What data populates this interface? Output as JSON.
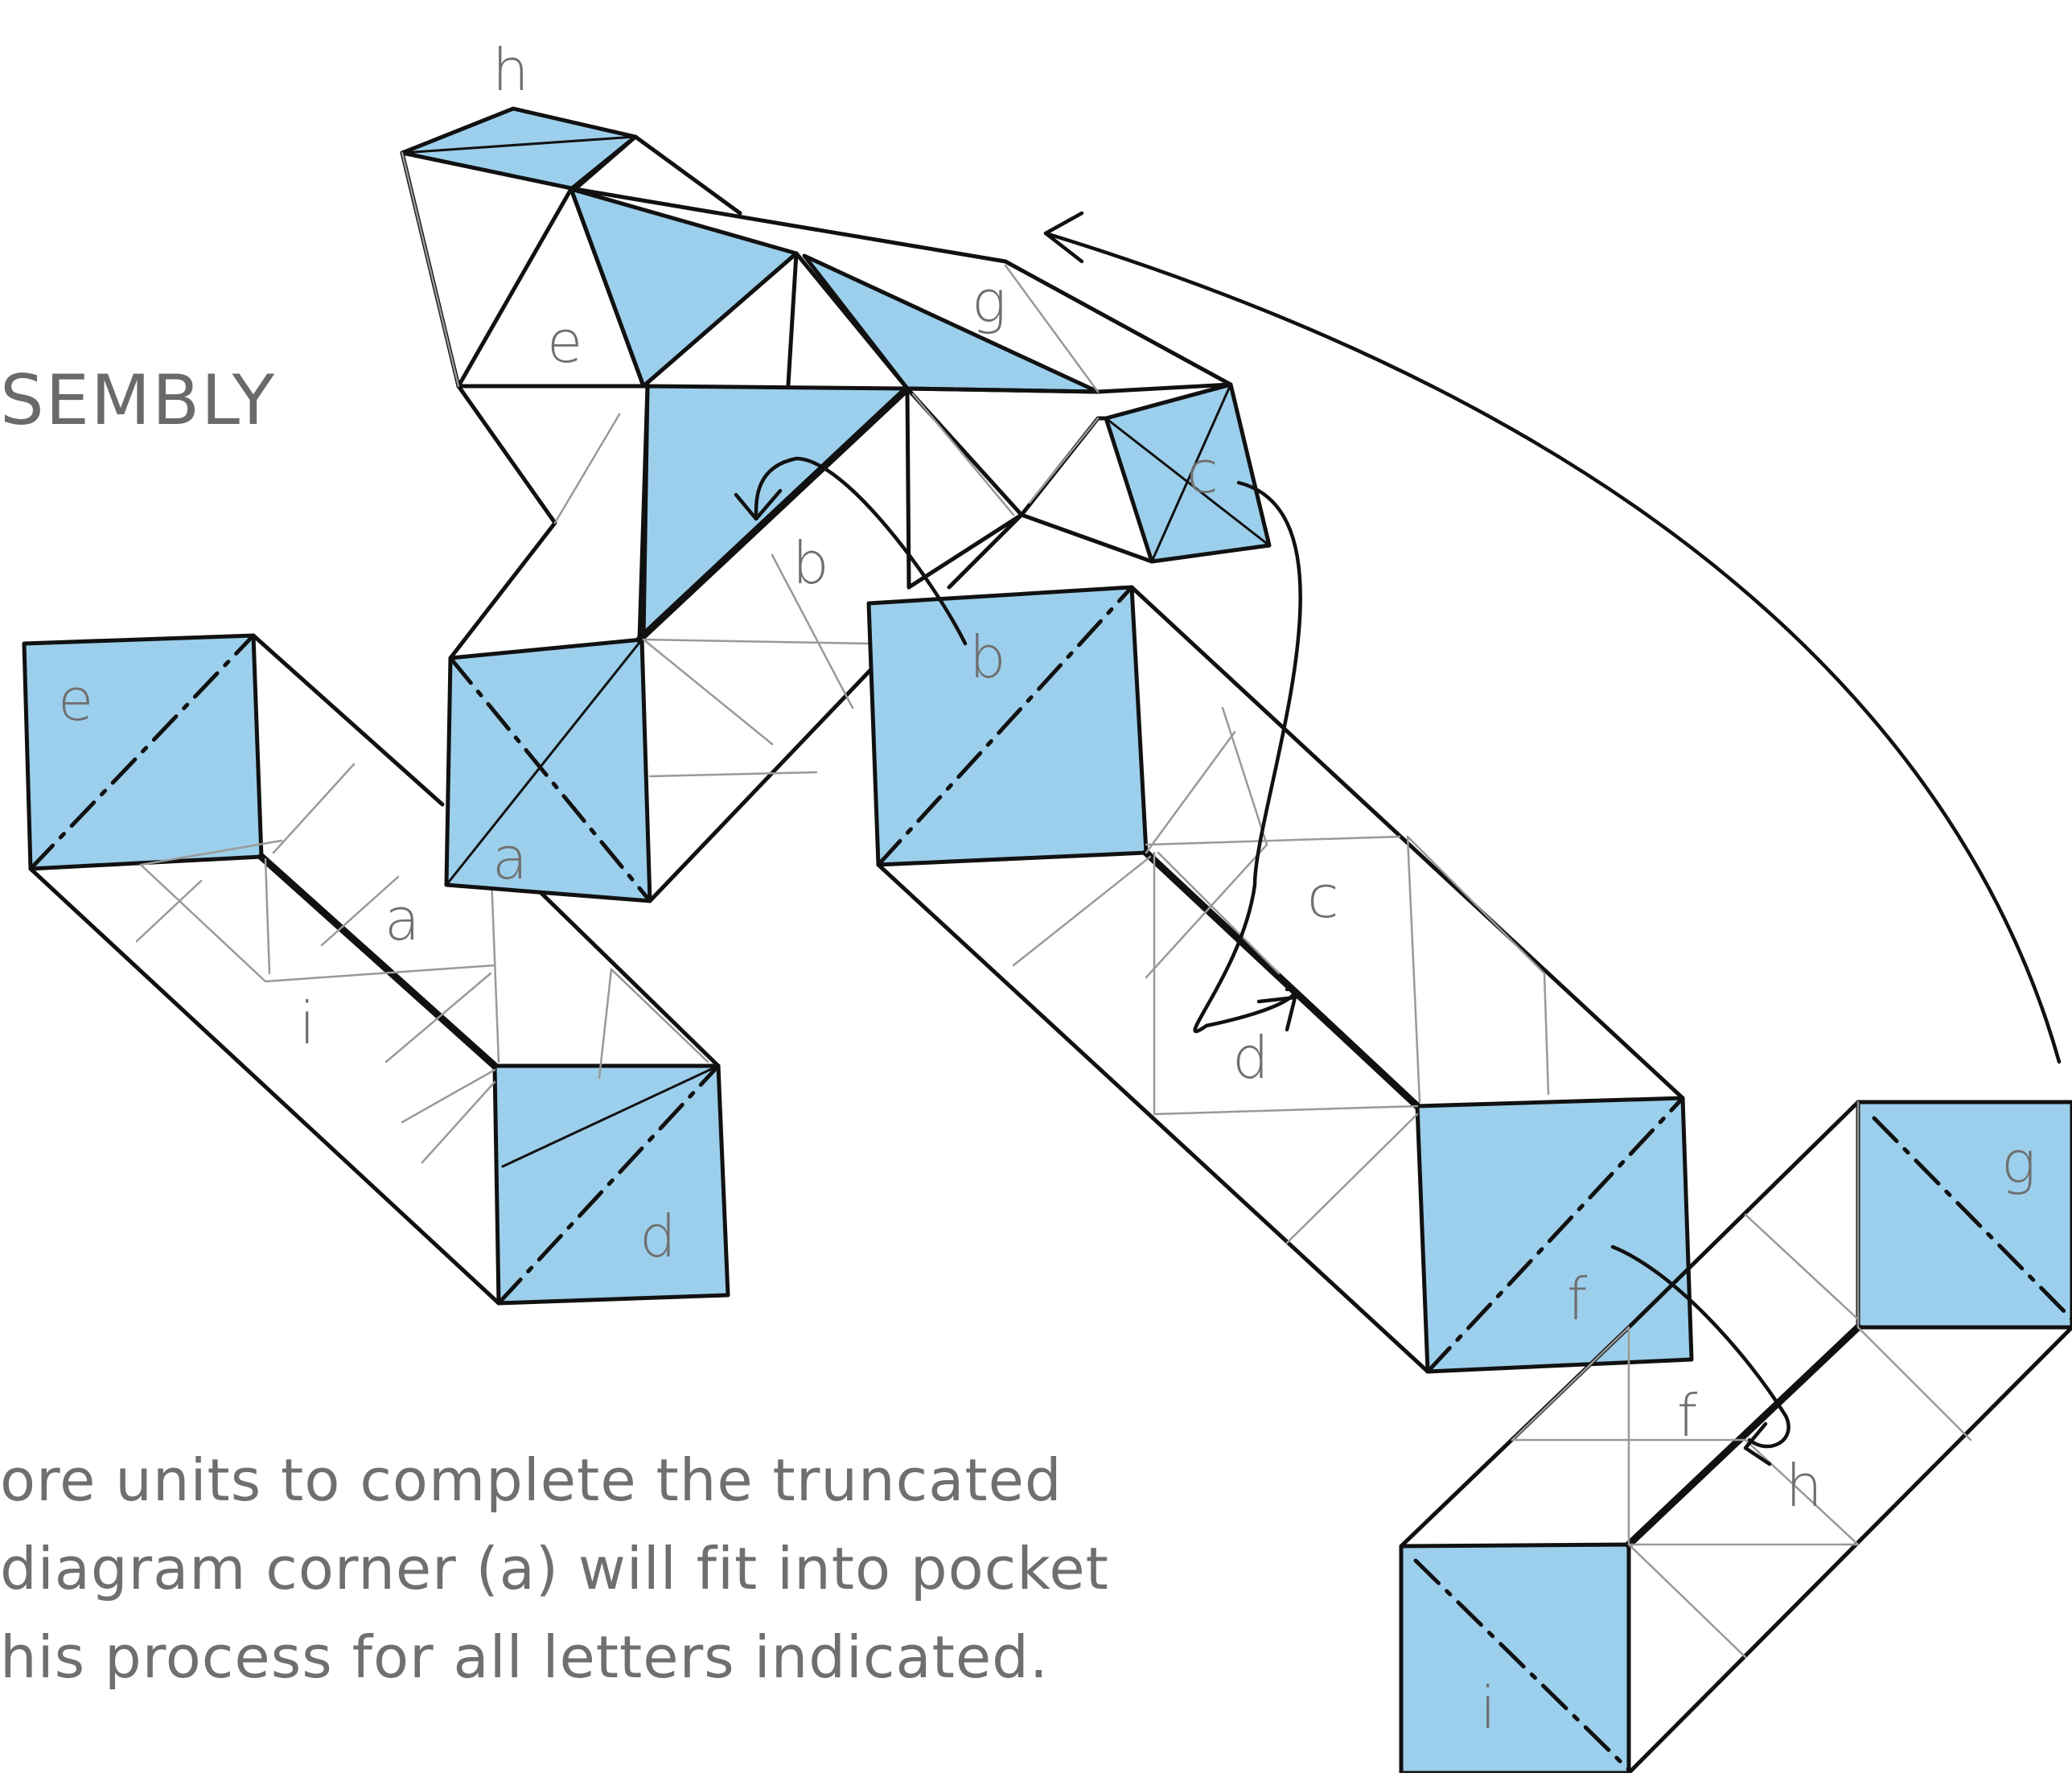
{
  "heading": "SEMBLY",
  "caption_lines": [
    "ore units to complete the truncated",
    " diagram corner (a) will fit into pocket",
    "his process for all letters indicated."
  ],
  "labels": {
    "h_top": "h",
    "e_top": "e",
    "g_top": "g",
    "b_inner": "b",
    "c_top": "c",
    "e_left": "e",
    "a_small": "a",
    "a_mid": "a",
    "i_left": "i",
    "d_left": "d",
    "b_right": "b",
    "c_mid": "c",
    "d_mid": "d",
    "f_square": "f",
    "g_right": "g",
    "f_low": "f",
    "h_low": "h",
    "i_low": "i"
  },
  "colors": {
    "fill": "#9ccfeb",
    "line": "#111111",
    "thin": "#9a9a9a",
    "label": "#6f6f6f"
  }
}
